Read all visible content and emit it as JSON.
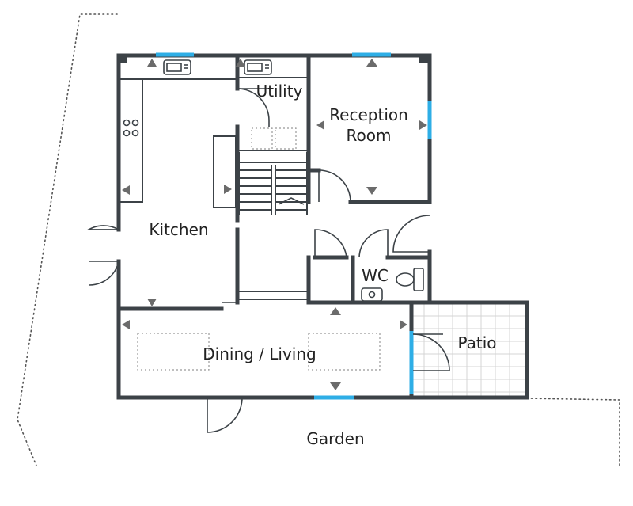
{
  "rooms": {
    "kitchen": "Kitchen",
    "utility": "Utility",
    "reception": "Reception Room",
    "reception_line1": "Reception",
    "reception_line2": "Room",
    "wc": "WC",
    "dining": "Dining / Living",
    "patio": "Patio",
    "garden": "Garden"
  },
  "colors": {
    "wall": "#3c4247",
    "window": "#2eaee6",
    "arrow": "#6b6b6b"
  }
}
